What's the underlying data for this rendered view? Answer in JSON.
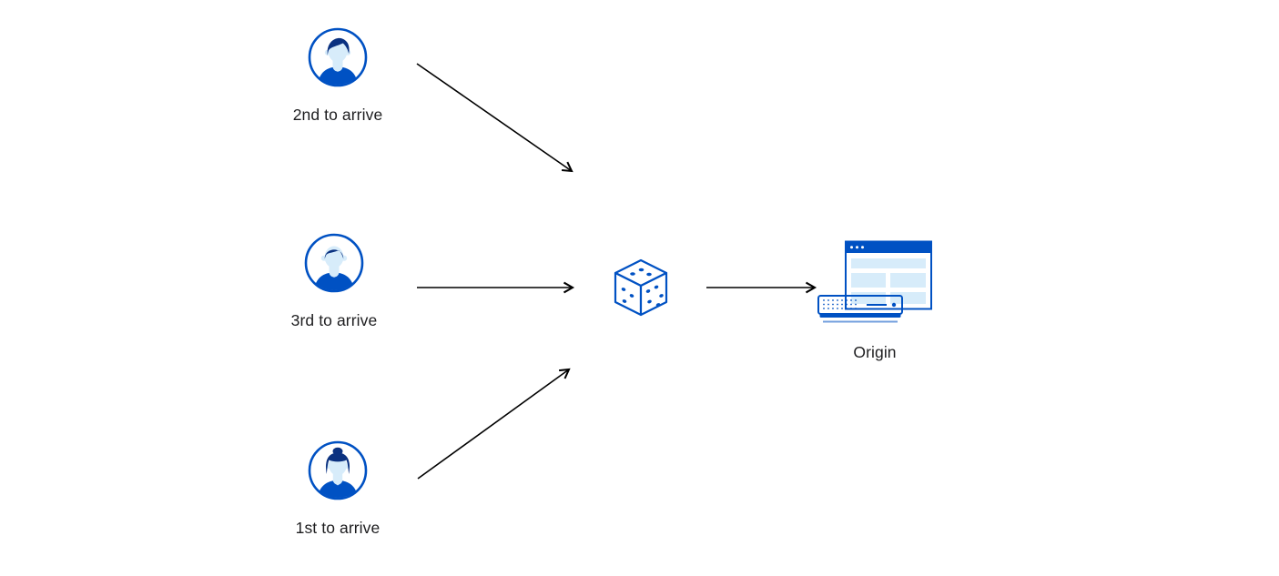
{
  "colors": {
    "primary_blue": "#0051c3",
    "light_blue": "#d7ecfa",
    "navy": "#0a3180",
    "arrow_black": "#000000",
    "text": "#1d1d1f",
    "background": "#ffffff"
  },
  "nodes": {
    "client_second": {
      "label": "2nd to arrive",
      "icon": "user-avatar-icon"
    },
    "client_third": {
      "label": "3rd to arrive",
      "icon": "user-avatar-icon"
    },
    "client_first": {
      "label": "1st to arrive",
      "icon": "user-avatar-icon"
    },
    "selector": {
      "icon": "dice-icon"
    },
    "origin": {
      "label": "Origin",
      "icon": "origin-server-icon"
    }
  },
  "edges": [
    {
      "from": "client_second",
      "to": "selector"
    },
    {
      "from": "client_third",
      "to": "selector"
    },
    {
      "from": "client_first",
      "to": "selector"
    },
    {
      "from": "selector",
      "to": "origin"
    }
  ]
}
